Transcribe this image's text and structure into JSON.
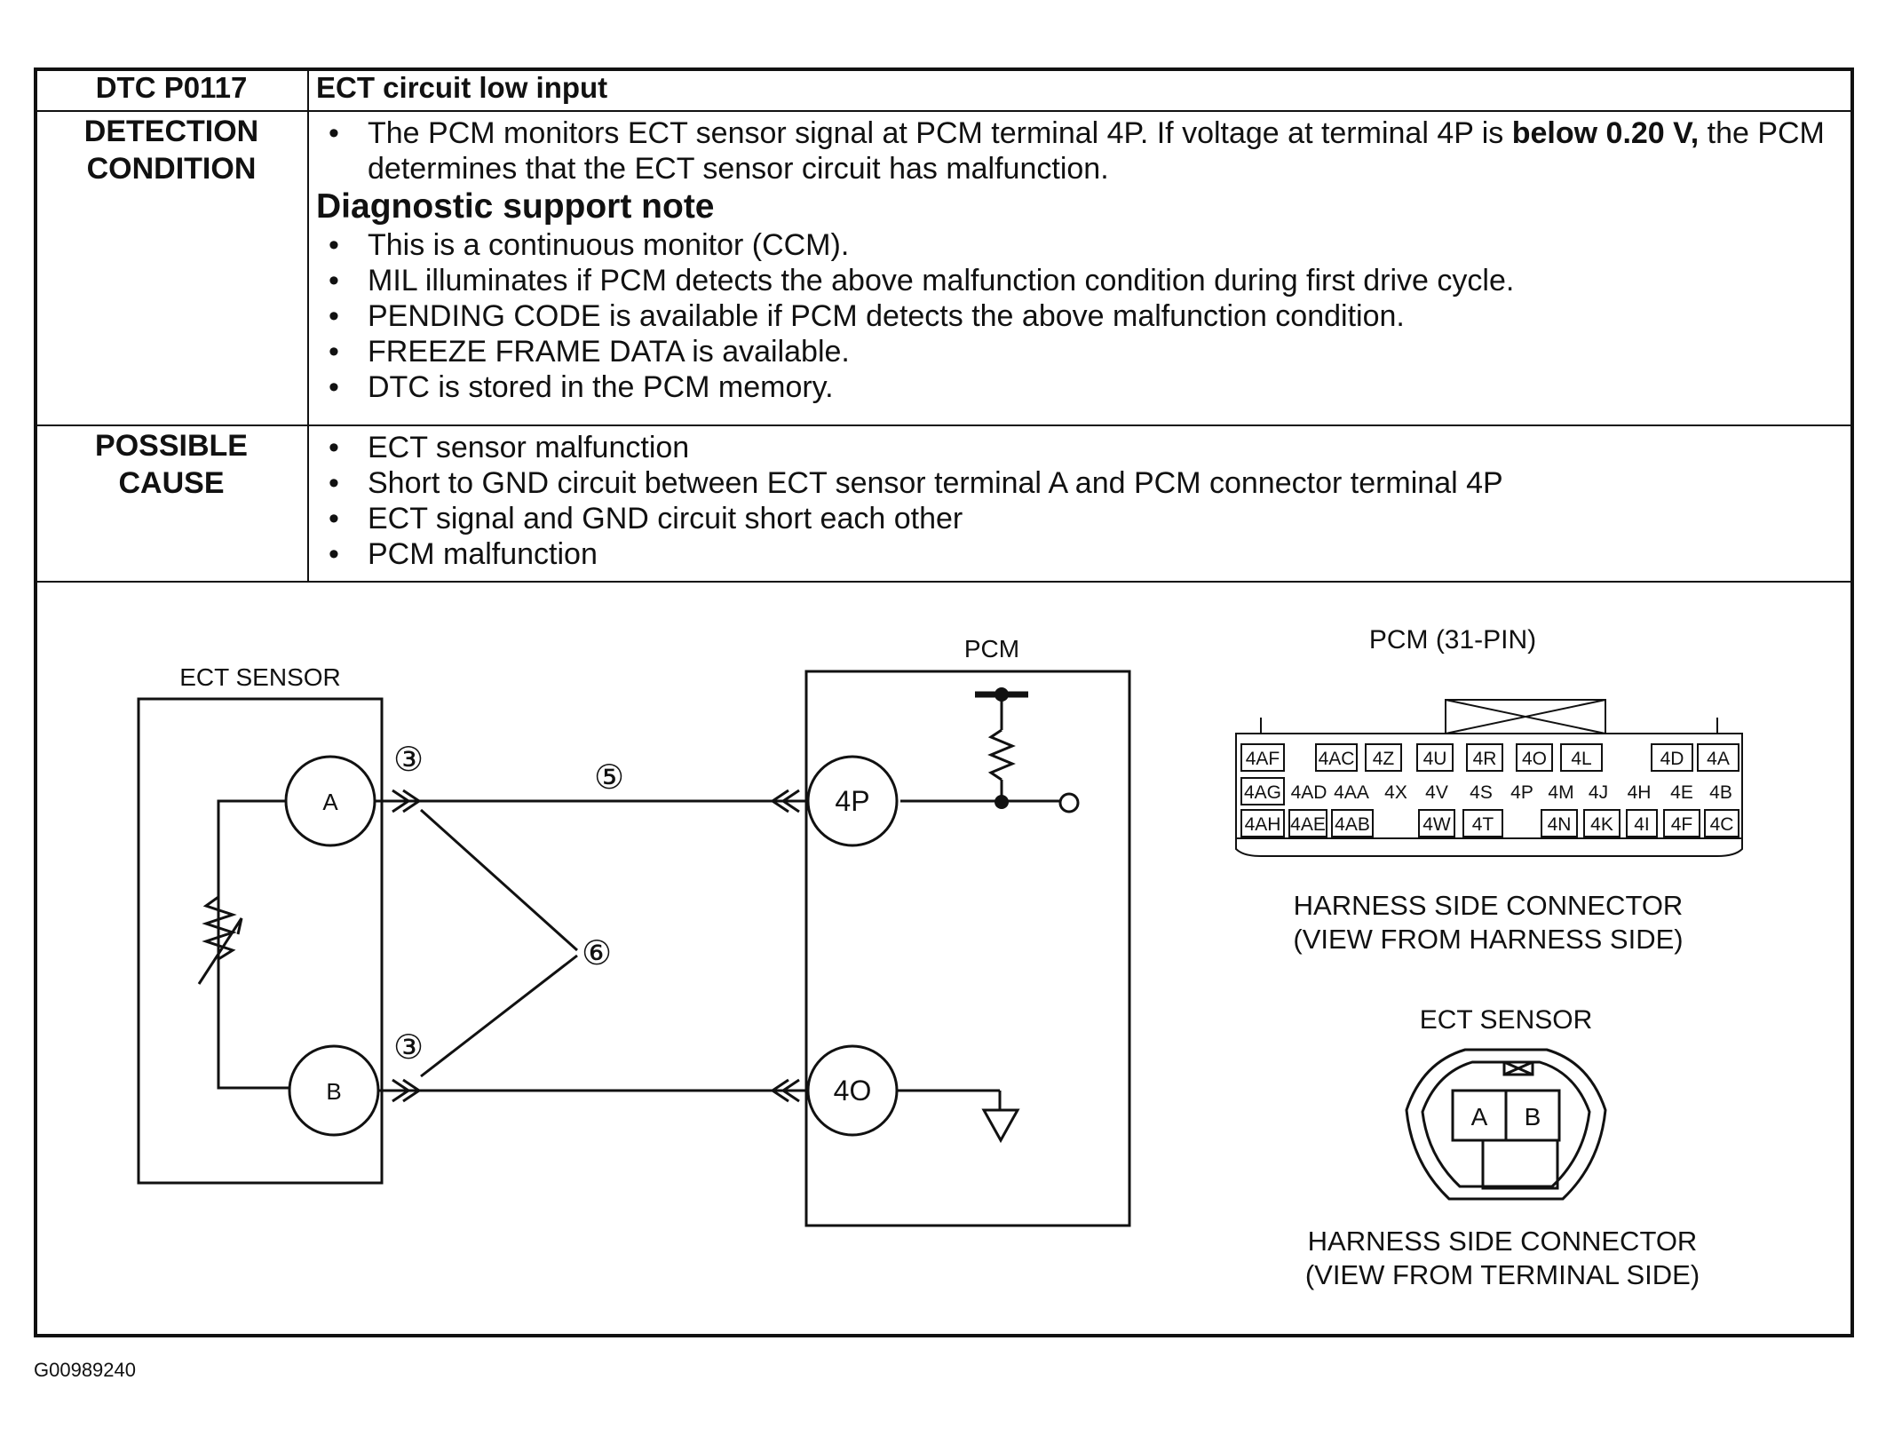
{
  "header": {
    "code": "DTC P0117",
    "title": "ECT circuit low input"
  },
  "detection": {
    "label_line1": "DETECTION",
    "label_line2": "CONDITION",
    "monitor_pre": "The PCM monitors ECT sensor signal at PCM terminal 4P. If voltage at terminal 4P is ",
    "monitor_bold": "below 0.20 V,",
    "monitor_post": " the PCM determines that the ECT sensor circuit has malfunction.",
    "note_heading": "Diagnostic support note",
    "notes": [
      "This is a continuous monitor (CCM).",
      "MIL illuminates if PCM detects the above malfunction condition during first drive cycle.",
      "PENDING CODE is available if PCM detects the above malfunction condition.",
      "FREEZE FRAME DATA is available.",
      "DTC is stored in the PCM memory."
    ]
  },
  "possible_cause": {
    "label_line1": "POSSIBLE",
    "label_line2": "CAUSE",
    "items": [
      "ECT sensor malfunction",
      "Short to GND circuit between ECT sensor terminal A and PCM connector terminal 4P",
      "ECT signal and GND circuit short each other",
      "PCM malfunction"
    ]
  },
  "schematic": {
    "ect_sensor_label": "ECT SENSOR",
    "pcm_label": "PCM",
    "terminal_a": "A",
    "terminal_b": "B",
    "terminal_4p": "4P",
    "terminal_4o": "4O",
    "callout_3": "③",
    "callout_5": "⑤",
    "callout_6": "⑥",
    "resistor_icon": "thermistor-icon",
    "ground_icon": "ground-icon"
  },
  "pcm_connector": {
    "title": "PCM (31-PIN)",
    "caption_line1": "HARNESS SIDE CONNECTOR",
    "caption_line2": "(VIEW FROM HARNESS SIDE)",
    "row1": [
      "4AF",
      "4AC",
      "4Z",
      "4U",
      "4R",
      "4O",
      "4L",
      "4D",
      "4A"
    ],
    "row2": [
      "4AG",
      "4AD",
      "4AA",
      "4X",
      "4V",
      "4S",
      "4P",
      "4M",
      "4J",
      "4H",
      "4E",
      "4B"
    ],
    "row3": [
      "4AH",
      "4AE",
      "4AB",
      "4W",
      "4T",
      "4N",
      "4K",
      "4I",
      "4F",
      "4C"
    ]
  },
  "ect_connector": {
    "title": "ECT SENSOR",
    "pin_a": "A",
    "pin_b": "B",
    "caption_line1": "HARNESS SIDE CONNECTOR",
    "caption_line2": "(VIEW FROM TERMINAL SIDE)"
  },
  "footer": {
    "figure_id": "G00989240"
  }
}
